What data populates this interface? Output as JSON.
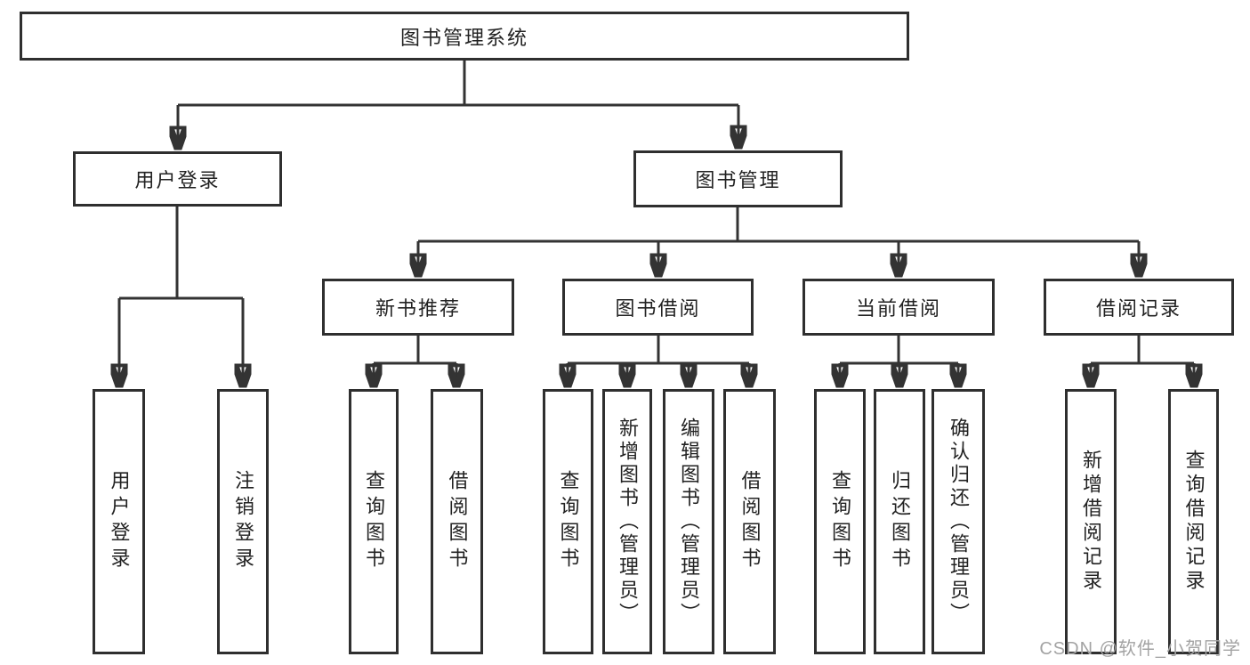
{
  "diagram": {
    "title": "图书管理系统",
    "colors": {
      "line": "#333333",
      "box_border": "#2f2f2f",
      "text": "#222222",
      "watermark": "#a3a3a3",
      "background": "#ffffff"
    },
    "nodes": {
      "root": {
        "label": "图书管理系统"
      },
      "user_login": {
        "label": "用户登录"
      },
      "book_management": {
        "label": "图书管理"
      },
      "new_book_recommend": {
        "label": "新书推荐"
      },
      "book_borrow": {
        "label": "图书借阅"
      },
      "current_borrow": {
        "label": "当前借阅"
      },
      "borrow_records": {
        "label": "借阅记录"
      },
      "leaves": {
        "user_login_leaf": "用户登录",
        "logout_leaf": "注销登录",
        "nb_query_books": "查询图书",
        "nb_borrow_books": "借阅图书",
        "bb_query_books": "查询图书",
        "bb_add_books": "新增图书（管理员）",
        "bb_edit_books": "编辑图书（管理员）",
        "bb_borrow_books": "借阅图书",
        "cb_query_books": "查询图书",
        "cb_return_books": "归还图书",
        "cb_confirm_return": "确认归还（管理员）",
        "br_add_record": "新增借阅记录",
        "br_query_record": "查询借阅记录"
      }
    },
    "watermark": "CSDN @软件_小贺同学"
  }
}
